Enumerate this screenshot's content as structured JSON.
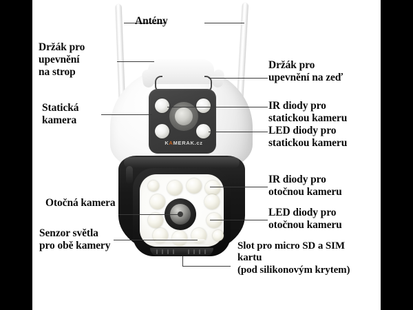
{
  "diagram": {
    "title": "Annotated IP camera product diagram",
    "product_logo": {
      "prefix": "K",
      "accent_letter": "A",
      "suffix": "MERAK.cz",
      "accent_color": "#c8641f"
    },
    "background_color": "#ffffff",
    "letterbox_color": "#000000",
    "text_color": "#0b0b0b",
    "leader_color": "#3a3a3a"
  },
  "labels": {
    "antennas": "Antény",
    "ceiling_mount": "Držák pro\nupevnění\nna strop",
    "static_camera": "Statická\nkamera",
    "wall_mount": "Držák pro\nupevnění na zeď",
    "ir_diodes_static": "IR diody pro\nstatickou kameru",
    "led_diodes_static": "LED diody pro\nstatickou kameru",
    "ir_diodes_ptz": "IR diody pro\notočnou kameru",
    "led_diodes_ptz": "LED diody pro\notočnou kameru",
    "ptz_camera": "Otočná kamera",
    "light_sensor": "Senzor světla\npro obě kamery",
    "sd_sim_slot": "Slot pro micro SD a SIM\nkartu\n(pod silikonovým krytem)"
  }
}
